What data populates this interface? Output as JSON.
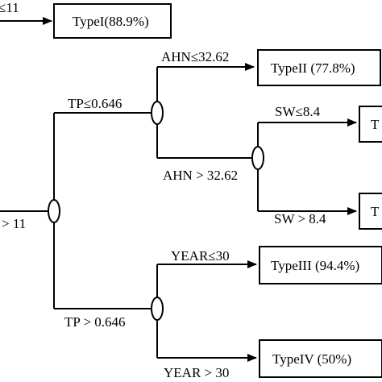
{
  "colors": {
    "stroke": "#000000",
    "background": "#ffffff"
  },
  "edges": {
    "top_le_11": "≤11",
    "gt_11": "> 11",
    "tp_le": "TP≤0.646",
    "tp_gt": "TP > 0.646",
    "ahn_le": "AHN≤32.62",
    "ahn_gt": "AHN > 32.62",
    "sw_le": "SW≤8.4",
    "sw_gt": "SW > 8.4",
    "year_le": "YEAR≤30",
    "year_gt": "YEAR > 30"
  },
  "leaves": {
    "type1": "TypeI(88.9%)",
    "type2": "TypeII  (77.8%)",
    "type3": "TypeIII  (94.4%)",
    "type4": "TypeIV  (50%)",
    "sw_le_leaf": "T",
    "sw_gt_leaf": "T"
  }
}
